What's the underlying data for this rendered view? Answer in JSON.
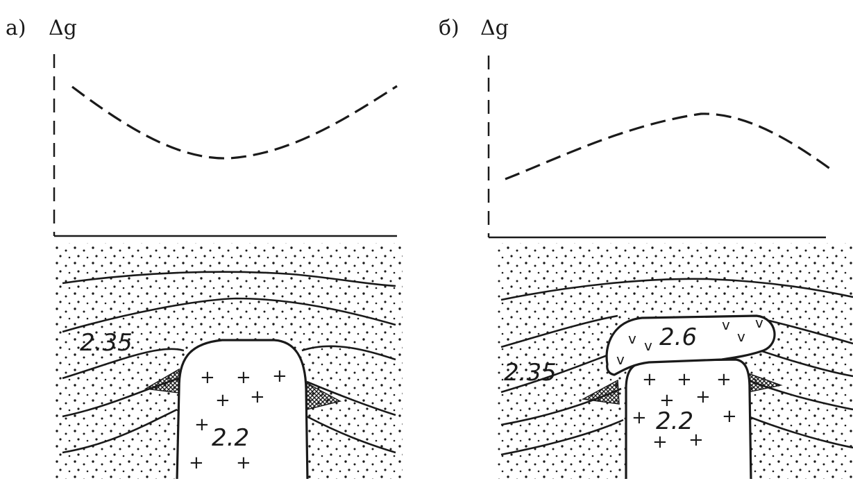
{
  "panels": [
    {
      "id": "a",
      "label": "а)",
      "axis_label": "Δg",
      "profile": "minimum",
      "density_host": "2.35",
      "density_intrusion": "2.2"
    },
    {
      "id": "b",
      "label": "б)",
      "axis_label": "Δg",
      "profile": "maximum",
      "density_host": "2.35",
      "density_cap": "2.6",
      "density_intrusion": "2.2"
    }
  ],
  "icons": {
    "plus_mark": "plus-mark-icon",
    "v_mark": "v-mark-icon"
  }
}
